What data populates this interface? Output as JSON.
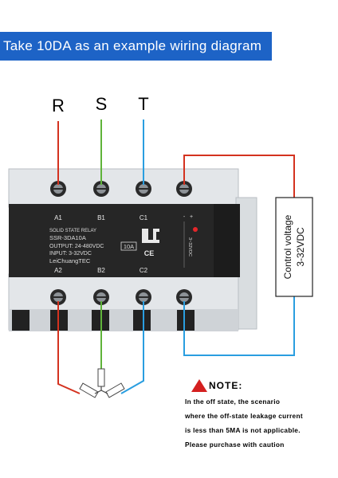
{
  "banner": "Take 10DA as an example wiring diagram",
  "phases": [
    "R",
    "S",
    "T"
  ],
  "relay": {
    "top_terminals": [
      "A1",
      "B1",
      "C1"
    ],
    "bottom_terminals": [
      "A2",
      "B2",
      "C2"
    ],
    "label_lines": [
      "SOLID STATE RELAY",
      "SSR-3DA10A",
      "OUTPUT: 24-480VDC",
      "INPUT: 3-32VDC",
      "LeiChuangTEC"
    ],
    "rating_badge": "10A",
    "input_side_label": "3~32VDC",
    "plus_sign": "+",
    "minus_sign": "-",
    "ce_mark": "CE",
    "logo": "LC"
  },
  "control": {
    "line1": "Control voltage",
    "line2": "3-32VDC"
  },
  "note": {
    "title": "NOTE:",
    "lines": [
      "In the off state, the scenario",
      "where the off-state leakage current",
      "is less than 5MA is not applicable.",
      "Please purchase with caution"
    ]
  },
  "colors": {
    "banner": "#1d63c6",
    "wire_r": "#d4321f",
    "wire_s": "#5fb33a",
    "wire_t": "#2a9ee0",
    "warning": "#d42020"
  }
}
